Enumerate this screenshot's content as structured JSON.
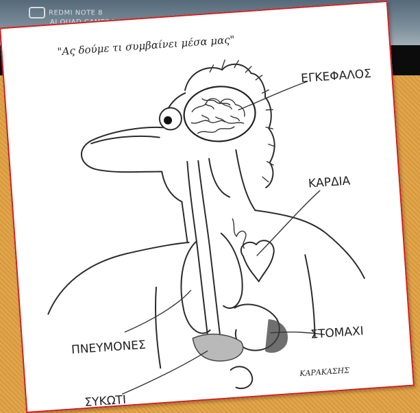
{
  "watermark": {
    "line1": "REDMI NOTE 8",
    "line2": "AI QUAD CAMERA"
  },
  "diagram": {
    "caption": "\"Ας δούμε τι συμβαίνει μέσα μας\"",
    "labels": {
      "brain": "ΕΓΚΕΦΑΛΟΣ",
      "heart": "ΚΑΡΔΙΑ",
      "lungs": "ΠΝΕΥΜΟΝΕΣ",
      "stomach": "ΣΤΟΜΑΧΙ",
      "liver": "ΣΥΚΩΤΙ"
    },
    "signature": "ΚΑΡΑΚΑΣΗΣ"
  }
}
